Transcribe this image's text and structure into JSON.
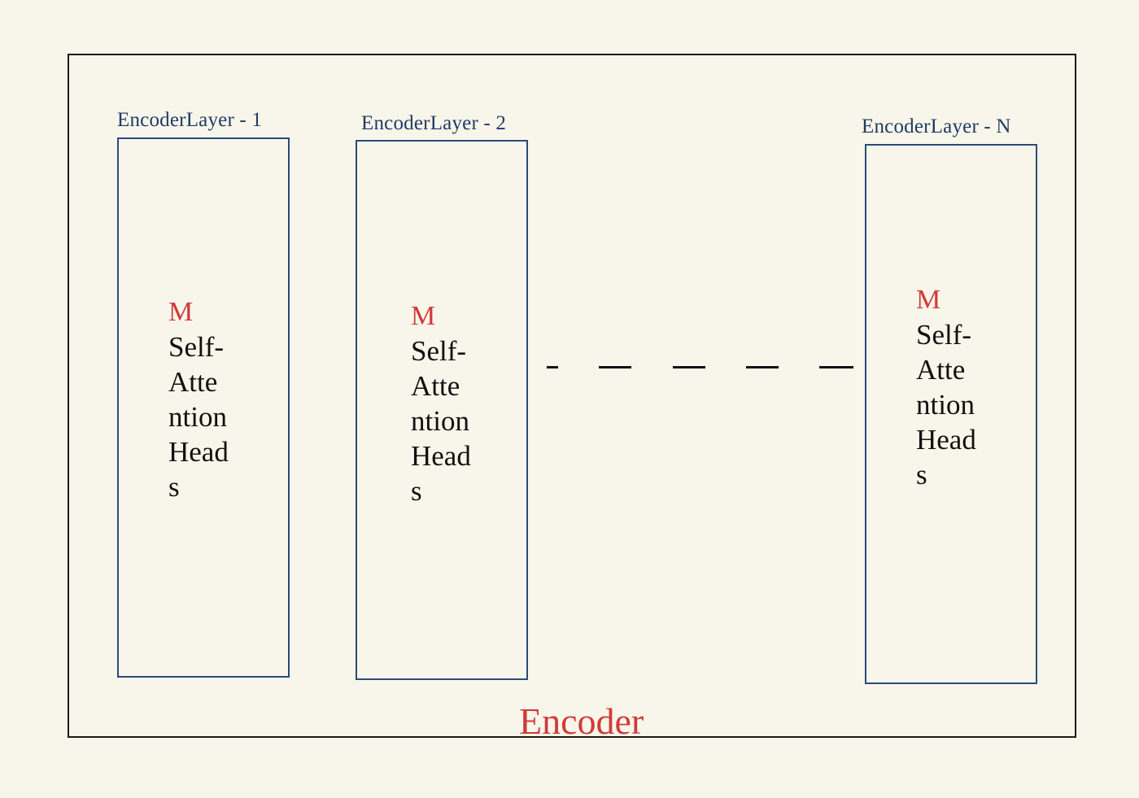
{
  "diagram": {
    "encoder_label": "Encoder",
    "layers": [
      {
        "label": "EncoderLayer - 1",
        "m": "M",
        "lines": [
          "Self-",
          "Atte",
          "ntion",
          "Head",
          "s"
        ]
      },
      {
        "label": "EncoderLayer - 2",
        "m": "M",
        "lines": [
          "Self-",
          "Atte",
          "ntion",
          "Head",
          "s"
        ]
      },
      {
        "label": "EncoderLayer - N",
        "m": "M",
        "lines": [
          "Self-",
          "Atte",
          "ntion",
          "Head",
          "s"
        ]
      }
    ],
    "colors": {
      "background": "#f8f6ea",
      "outer_border": "#1b1b1b",
      "layer_border": "#2b4a7a",
      "layer_label": "#1f3a66",
      "accent_red": "#d23a3a",
      "body_text": "#111111"
    }
  }
}
